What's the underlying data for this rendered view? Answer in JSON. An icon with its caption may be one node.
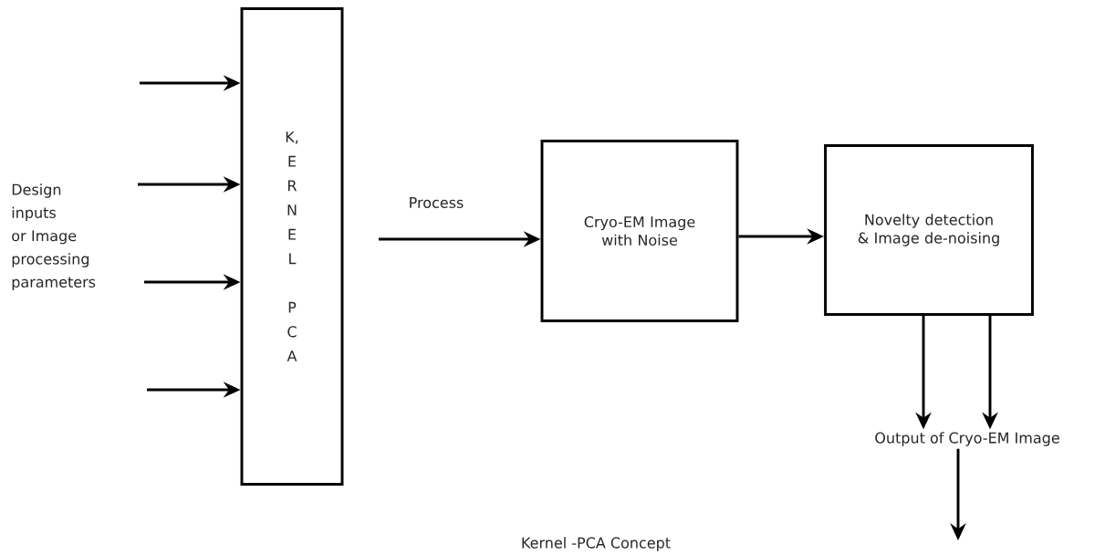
{
  "diagram": {
    "caption": "Kernel -PCA Concept",
    "nodes": [
      {
        "text": [
          "K, E R N E L",
          "P C A"
        ]
      },
      {
        "text": [
          "Cryo-EM Image with Noise"
        ]
      },
      {
        "text": [
          "Novelty detection & Image de-noising"
        ]
      },
      {
        "text": [
          "Output of Cryo-EM Image"
        ]
      }
    ],
    "edges": [
      {
        "from": null,
        "to": 0,
        "arrow": "to"
      },
      {
        "from": null,
        "to": 0,
        "arrow": "to"
      },
      {
        "from": null,
        "to": 0,
        "arrow": "to"
      },
      {
        "from": null,
        "to": 0,
        "arrow": "to"
      },
      {
        "from": null,
        "to": 1,
        "arrow": "to",
        "label": "Process"
      },
      {
        "from": 1,
        "to": 2,
        "arrow": "to"
      },
      {
        "from": 2,
        "to": 3,
        "arrow": "to"
      },
      {
        "from": 2,
        "to": 3,
        "arrow": "to"
      },
      {
        "from": 3,
        "to": null,
        "arrow": "to"
      }
    ],
    "labels": [
      "Design inputs or Image processing parameters"
    ]
  }
}
